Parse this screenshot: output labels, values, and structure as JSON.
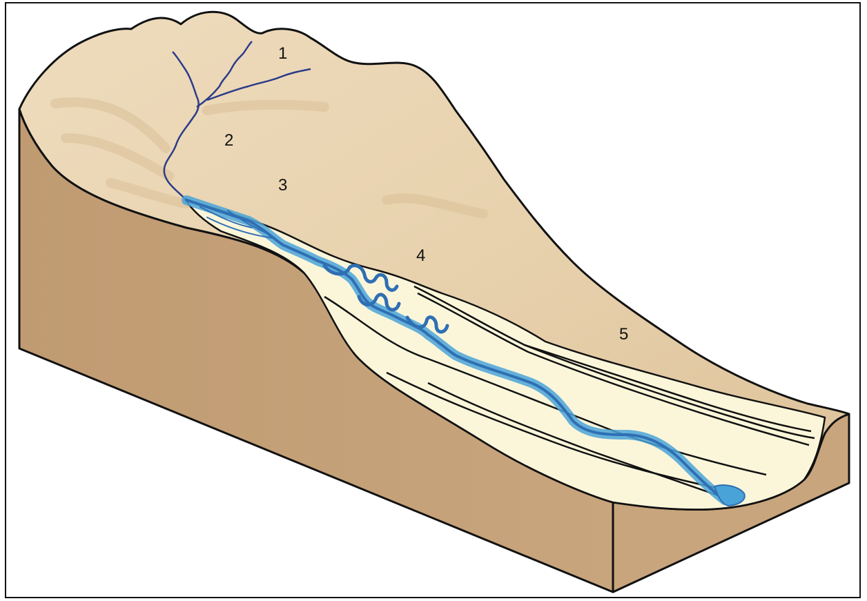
{
  "labels": {
    "zone_1": "1",
    "zone_2": "2",
    "zone_3": "3",
    "zone_4": "4",
    "zone_5": "5"
  },
  "colors": {
    "mountain": "#ead4b0",
    "earth_block": "#c6a27a",
    "floodplain": "#fbf6da",
    "river": "#4aa3d8",
    "river_dark": "#2f6fb3",
    "tributary": "#2b3b8a",
    "outline": "#111111"
  }
}
